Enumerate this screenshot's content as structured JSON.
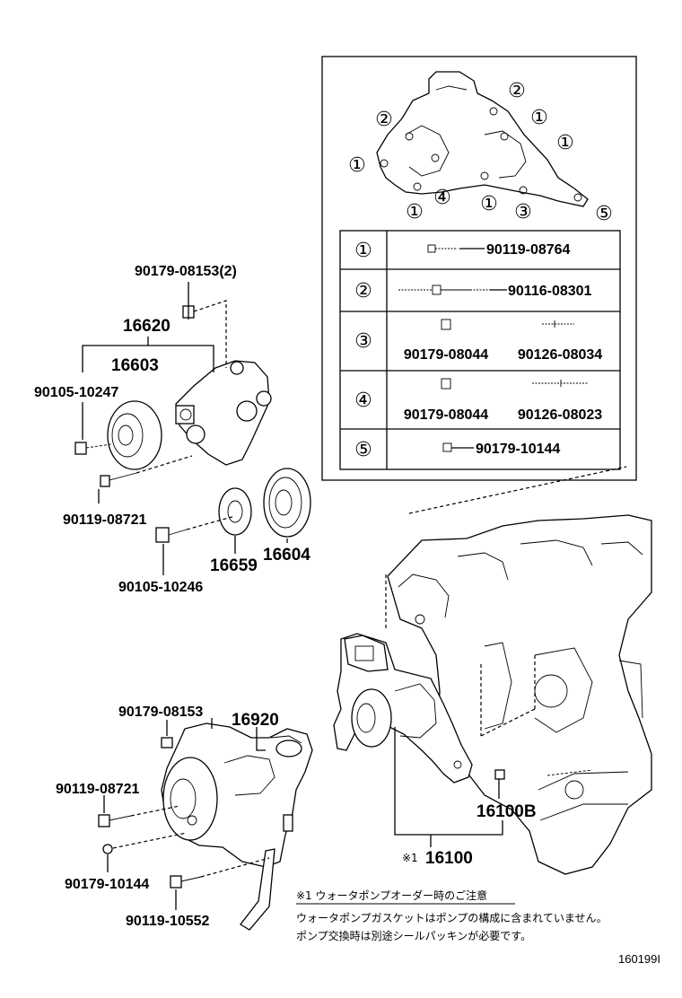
{
  "callouts": {
    "c_90179_08153_2": "90179-08153(2)",
    "c_16620": "16620",
    "c_16603": "16603",
    "c_90105_10247": "90105-10247",
    "c_90119_08721_a": "90119-08721",
    "c_16659": "16659",
    "c_16604": "16604",
    "c_90105_10246": "90105-10246",
    "c_90179_08153": "90179-08153",
    "c_16920": "16920",
    "c_90119_08721_b": "90119-08721",
    "c_90179_10144": "90179-10144",
    "c_90119_10552": "90119-10552",
    "c_16100B": "16100B",
    "c_16100_mark": "※1",
    "c_16100": "16100"
  },
  "inset": {
    "location_marks": [
      "②",
      "②",
      "①",
      "①",
      "①",
      "④",
      "①",
      "①",
      "③",
      "⑤"
    ],
    "table": [
      {
        "mark": "①",
        "parts": [
          "90119-08764"
        ]
      },
      {
        "mark": "②",
        "parts": [
          "90116-08301"
        ]
      },
      {
        "mark": "③",
        "parts": [
          "90179-08044",
          "90126-08034"
        ]
      },
      {
        "mark": "④",
        "parts": [
          "90179-08044",
          "90126-08023"
        ]
      },
      {
        "mark": "⑤",
        "parts": [
          "90179-10144"
        ]
      }
    ]
  },
  "footnote": {
    "heading": "※1 ウォータポンプオーダー時のご注意",
    "line1": "ウォータポンプガスケットはポンプの構成に含まれていません。",
    "line2": "ポンプ交換時は別途シールパッキンが必要です。"
  },
  "figure_ref": "160199I"
}
